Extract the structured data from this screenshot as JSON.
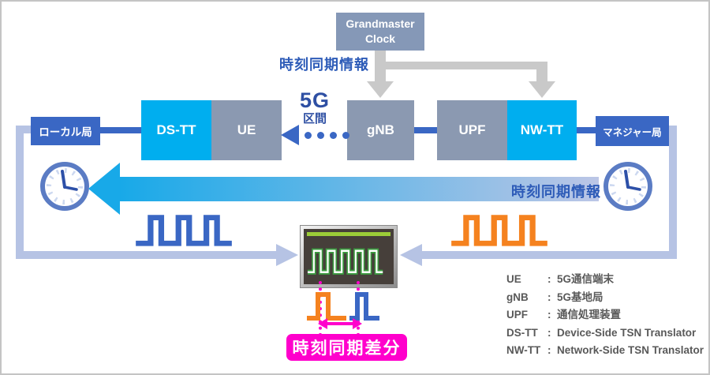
{
  "diagram": {
    "grandmaster": {
      "line1": "Grandmaster",
      "line2": "Clock"
    },
    "sync_info_top": "時刻同期情報",
    "sync_info_arrow": "時刻同期情報",
    "segment": {
      "line1": "5G",
      "line2": "区間"
    },
    "local_station": "ローカル局",
    "manager_station": "マネジャー局",
    "nodes": [
      {
        "id": "ds-tt",
        "label": "DS-TT"
      },
      {
        "id": "ue",
        "label": "UE"
      },
      {
        "id": "gnb",
        "label": "gNB"
      },
      {
        "id": "upf",
        "label": "UPF"
      },
      {
        "id": "nw-tt",
        "label": "NW-TT"
      }
    ],
    "result_label": "時刻同期差分",
    "legend": {
      "separator": ":",
      "items": [
        {
          "term": "UE",
          "desc": "5G通信端末"
        },
        {
          "term": "gNB",
          "desc": "5G基地局"
        },
        {
          "term": "UPF",
          "desc": "通信処理装置"
        },
        {
          "term": "DS-TT",
          "desc": "Device-Side TSN Translator"
        },
        {
          "term": "NW-TT",
          "desc": "Network-Side TSN Translator"
        }
      ]
    },
    "colors": {
      "cyan_box": "#00aeef",
      "slate_box": "#8b99b1",
      "royal_blue": "#3a67c4",
      "periwinkle_path": "#b6c3e4",
      "gradient_arrow_start": "#18a9e8",
      "orange_wave": "#f5821f",
      "magenta": "#ff00cc",
      "text_blue": "#2e5cb8",
      "legend_gray": "#595959",
      "scope_green": "#9ccd38",
      "arrow_gray": "#c9c9c9"
    }
  }
}
